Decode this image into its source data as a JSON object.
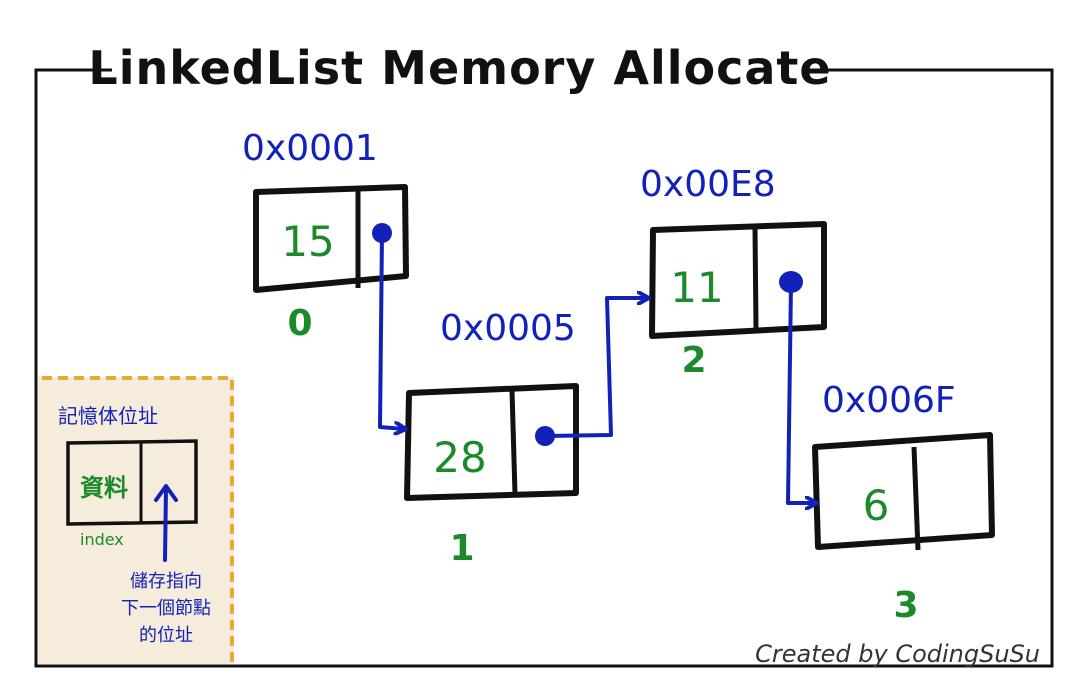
{
  "diagram": {
    "title": "LinkedList Memory Allocate",
    "credit": "Created by CodingSuSu",
    "colors": {
      "frame": "#111111",
      "address": "#1222b8",
      "value": "#1a8a2a",
      "pointer": "#1222b8",
      "legend_bg": "#f6ecdc",
      "legend_border": "#e8a93c"
    },
    "nodes": [
      {
        "address": "0x0001",
        "value": "15",
        "index": "0",
        "has_pointer": true
      },
      {
        "address": "0x0005",
        "value": "28",
        "index": "1",
        "has_pointer": true
      },
      {
        "address": "0x00E8",
        "value": "11",
        "index": "2",
        "has_pointer": true
      },
      {
        "address": "0x006F",
        "value": "6",
        "index": "3",
        "has_pointer": false
      }
    ],
    "legend": {
      "title": "記憶体位址",
      "data_label": "資料",
      "index_label": "index",
      "pointer_note_lines": [
        "儲存指向",
        "下一個節點",
        "的位址"
      ]
    }
  }
}
